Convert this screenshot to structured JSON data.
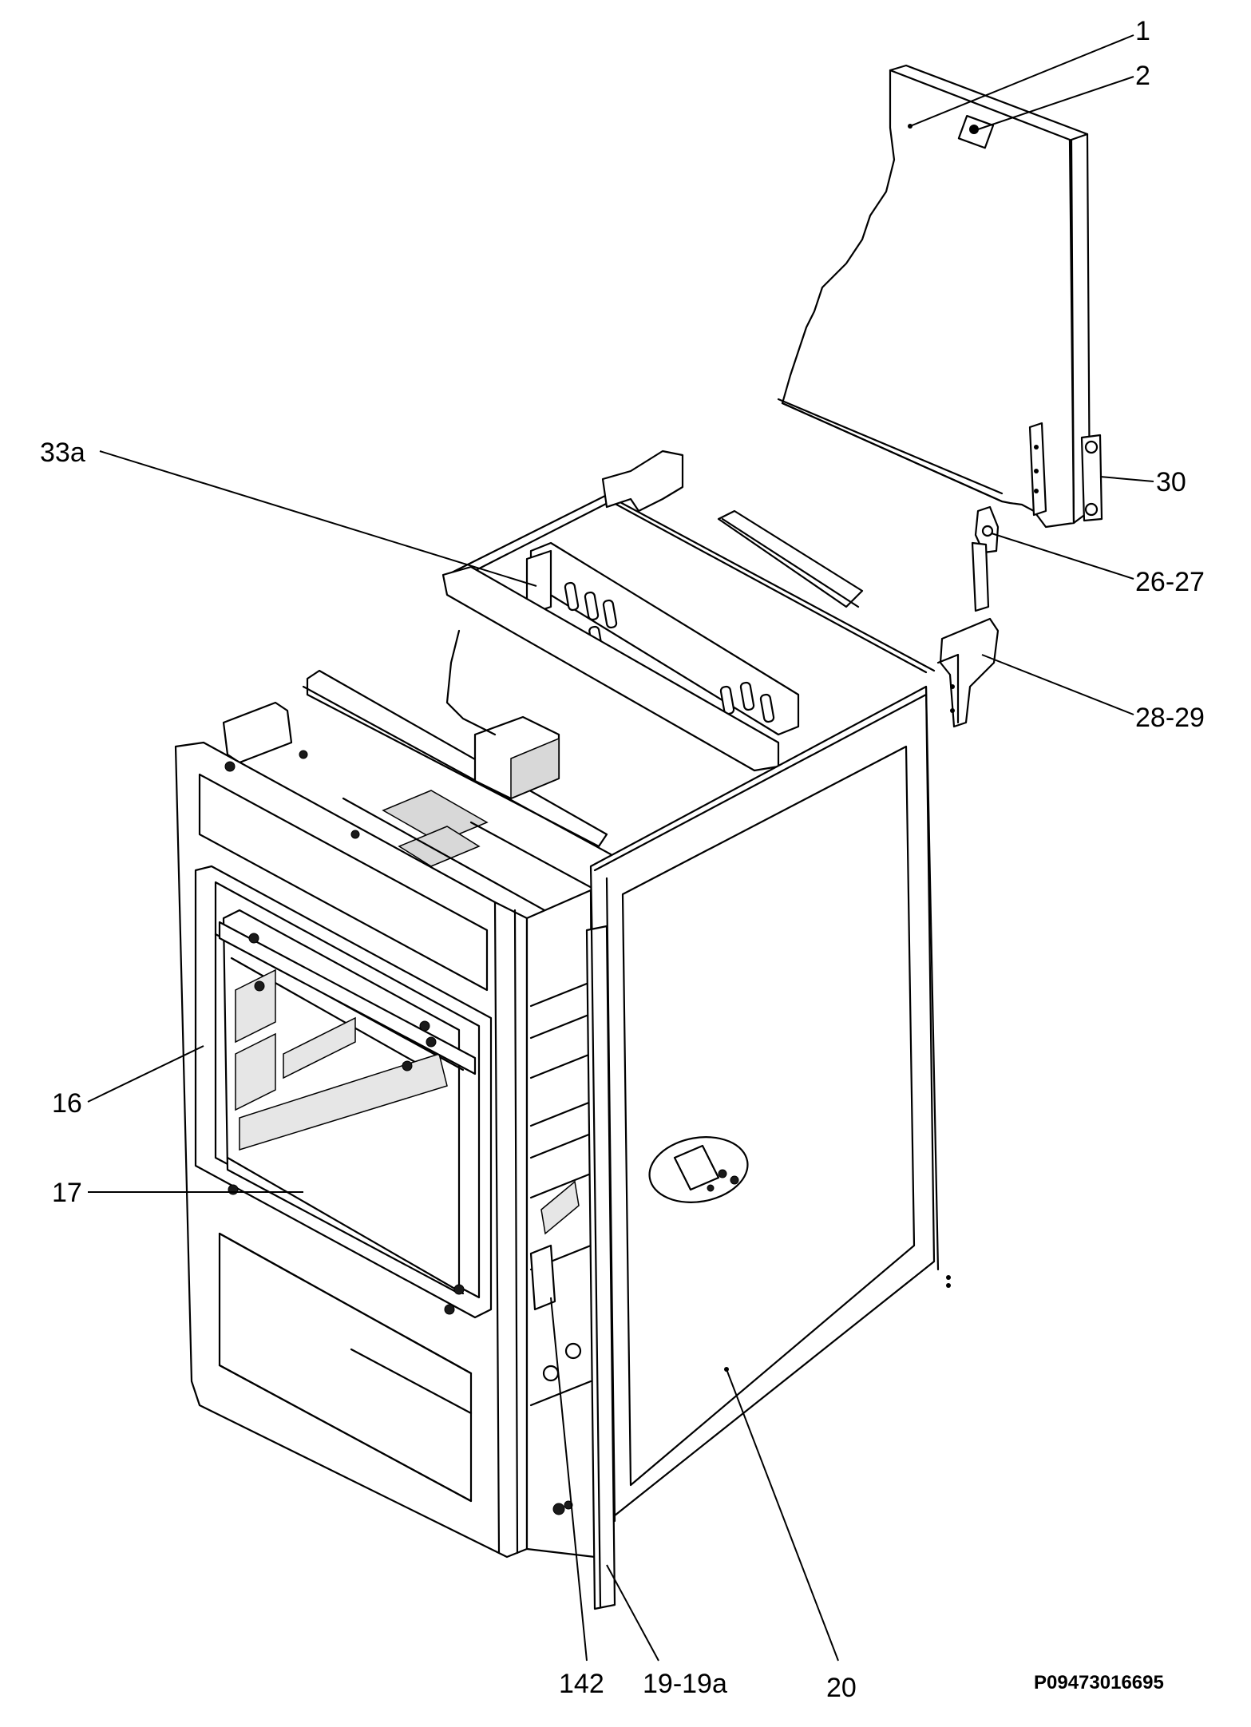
{
  "diagram": {
    "callouts": [
      {
        "id": "1",
        "label": "1"
      },
      {
        "id": "2",
        "label": "2"
      },
      {
        "id": "30",
        "label": "30"
      },
      {
        "id": "26-27",
        "label": "26-27"
      },
      {
        "id": "28-29",
        "label": "28-29"
      },
      {
        "id": "33a",
        "label": "33a"
      },
      {
        "id": "16",
        "label": "16"
      },
      {
        "id": "17",
        "label": "17"
      },
      {
        "id": "142",
        "label": "142"
      },
      {
        "id": "19-19a",
        "label": "19-19a"
      },
      {
        "id": "20",
        "label": "20"
      }
    ],
    "reference_code": "P09473016695"
  }
}
